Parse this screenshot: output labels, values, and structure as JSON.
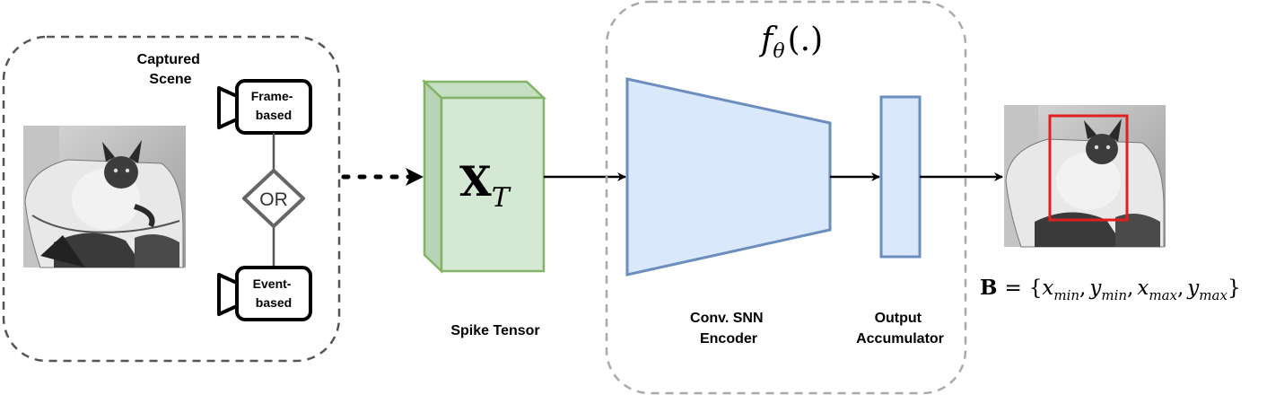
{
  "scene": {
    "title_line1": "Captured",
    "title_line2": "Scene"
  },
  "cameras": {
    "frame_line1": "Frame-",
    "frame_line2": "based",
    "event_line1": "Event-",
    "event_line2": "based",
    "or_label": "OR"
  },
  "tensor": {
    "symbol": "X",
    "subscript": "T",
    "label": "Spike Tensor"
  },
  "model": {
    "function_symbol": "f",
    "function_subscript": "θ",
    "function_args": "(.)",
    "encoder_line1": "Conv. SNN",
    "encoder_line2": "Encoder",
    "accumulator_line1": "Output",
    "accumulator_line2": "Accumulator"
  },
  "output": {
    "symbol": "B",
    "equals": "=",
    "open_brace": "{",
    "close_brace": "}",
    "comma": ",",
    "x_var": "x",
    "y_var": "y",
    "sub_min": "min",
    "sub_max": "max"
  },
  "colors": {
    "tensor_fill": "#d5e8d4",
    "tensor_stroke": "#82b366",
    "encoder_fill": "#dae8fc",
    "encoder_stroke": "#6c8ebf",
    "bbox": "#e02020"
  }
}
